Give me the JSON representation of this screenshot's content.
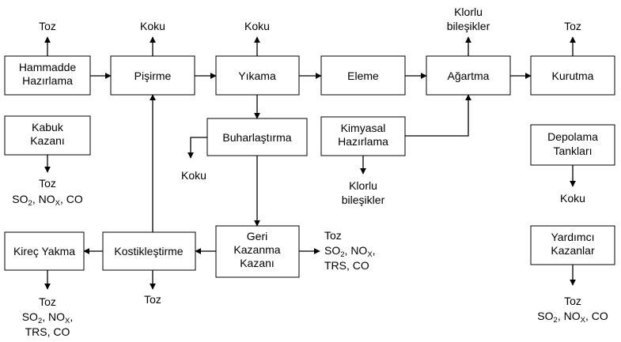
{
  "nodes": {
    "hammadde": [
      "Hammadde",
      "Hazırlama"
    ],
    "pisirme": [
      "Pişirme"
    ],
    "yikama": [
      "Yıkama"
    ],
    "eleme": [
      "Eleme"
    ],
    "agartma": [
      "Ağartma"
    ],
    "kurutma": [
      "Kurutma"
    ],
    "kabuk": [
      "Kabuk",
      "Kazanı"
    ],
    "buhar": [
      "Buharlaştırma"
    ],
    "kimyasal": [
      "Kimyasal",
      "Hazırlama"
    ],
    "depolama": [
      "Depolama",
      "Tankları"
    ],
    "kirec": [
      "Kireç Yakma"
    ],
    "kostik": [
      "Kostikleştirme"
    ],
    "geri": [
      "Geri",
      "Kazanma",
      "Kazanı"
    ],
    "yardimci": [
      "Yardımcı",
      "Kazanlar"
    ]
  },
  "emissions": {
    "toz": "Toz",
    "koku": "Koku",
    "klorlu": "Klorlu",
    "bilesikler": "bileşikler",
    "so": "SO",
    "no": "NO",
    "two": "2",
    "x": "X",
    "co": ", CO",
    "trs_co": "TRS, CO"
  }
}
